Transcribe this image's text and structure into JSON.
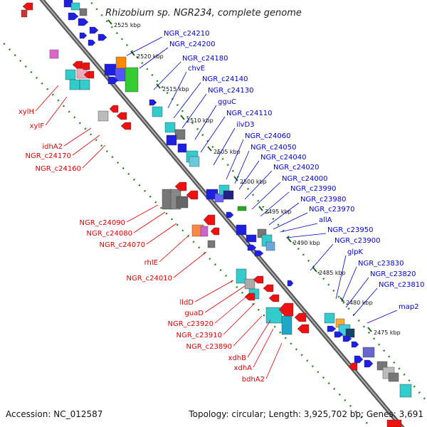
{
  "title": "Rhizobium sp. NGR234, complete genome",
  "footer": {
    "accession": "Accession: NC_012587",
    "topology": "Topology: circular; Length: 3,925,702 bp; Genes: 3,691"
  },
  "colors": {
    "forward_strand_labels": "#0000cc",
    "reverse_strand_labels": "#dd0000",
    "backbone": "#777777",
    "guide_dots": "#228822",
    "ticks": "#226622"
  },
  "ticks": [
    "2525 kbp",
    "2520 kbp",
    "2515 kbp",
    "2510 kbp",
    "2505 kbp",
    "2500 kbp",
    "2495 kbp",
    "2490 kbp",
    "2485 kbp",
    "2480 kbp",
    "2475 kbp"
  ],
  "forward_labels": [
    "NGR_c24210",
    "NGR_c24200",
    "NGR_c24180",
    "chvE",
    "NGR_c24140",
    "NGR_c24130",
    "gguC",
    "NGR_c24110",
    "ilvD3",
    "NGR_c24060",
    "NGR_c24050",
    "NGR_c24040",
    "NGR_c24020",
    "NGR_c24000",
    "NGR_c23990",
    "NGR_c23980",
    "NGR_c23970",
    "allA",
    "NGR_c23950",
    "NGR_c23900",
    "glpK",
    "NGR_c23830",
    "NGR_c23820",
    "NGR_c23810",
    "map2"
  ],
  "reverse_labels": [
    "xylH",
    "xylF",
    "idhA2",
    "NGR_c24170",
    "NGR_c24160",
    "NGR_c24090",
    "NGR_c24080",
    "NGR_c24070",
    "rhlE",
    "NGR_c24010",
    "lldD",
    "guaD",
    "NGR_c23920",
    "NGR_c23910",
    "NGR_c23890",
    "xdhB",
    "xdhA",
    "bdhA2"
  ]
}
